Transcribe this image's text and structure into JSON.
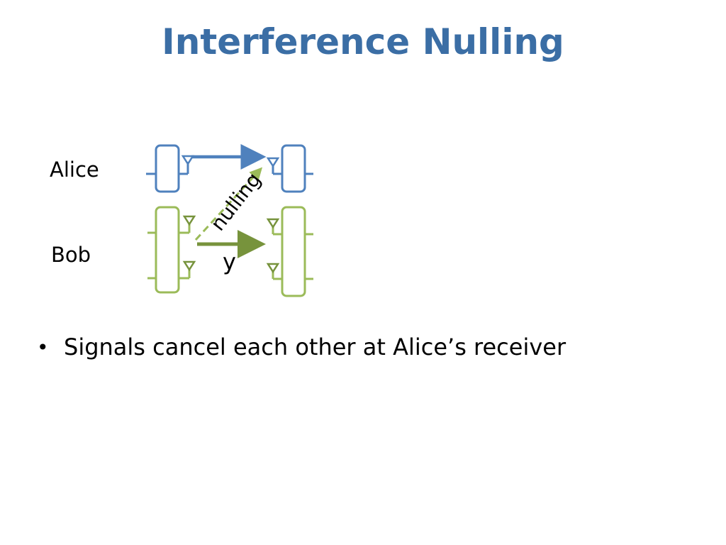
{
  "slide": {
    "title": "Interference Nulling"
  },
  "diagram": {
    "alice_label": "Alice",
    "bob_label": "Bob",
    "nulling_label": "nulling",
    "y_label": "y",
    "colors": {
      "alice": "#4f81bd",
      "bob": "#9bbb59",
      "bob_arrow": "#77933c"
    }
  },
  "bullets": [
    {
      "text": "Signals cancel each other at Alice’s receiver"
    }
  ]
}
